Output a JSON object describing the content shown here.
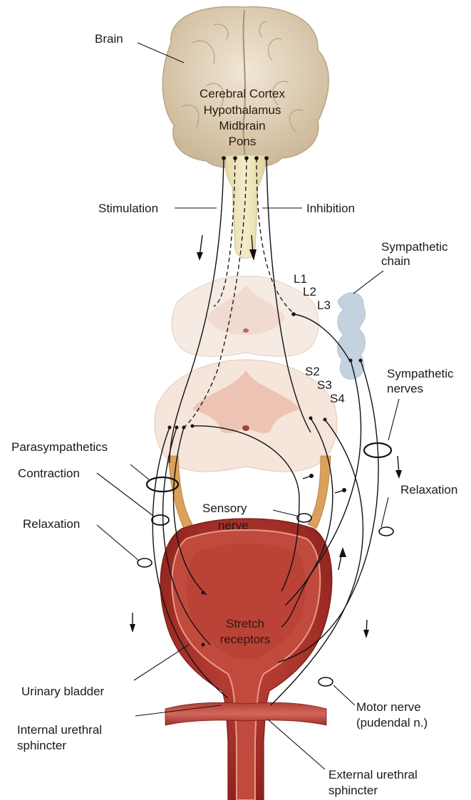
{
  "labels": {
    "brain": "Brain",
    "cerebral_cortex": "Cerebral Cortex",
    "hypothalamus": "Hypothalamus",
    "midbrain": "Midbrain",
    "pons": "Pons",
    "stimulation": "Stimulation",
    "inhibition": "Inhibition",
    "sympathetic_chain_1": "Sympathetic",
    "sympathetic_chain_2": "chain",
    "l1": "L1",
    "l2": "L2",
    "l3": "L3",
    "s2": "S2",
    "s3": "S3",
    "s4": "S4",
    "sympathetic_nerves_1": "Sympathetic",
    "sympathetic_nerves_2": "nerves",
    "parasympathetics": "Parasympathetics",
    "contraction": "Contraction",
    "relaxation_left": "Relaxation",
    "relaxation_right": "Relaxation",
    "sensory_nerve_1": "Sensory",
    "sensory_nerve_2": "nerve",
    "stretch_receptors_1": "Stretch",
    "stretch_receptors_2": "receptors",
    "urinary_bladder": "Urinary bladder",
    "internal_sphincter_1": "Internal urethral",
    "internal_sphincter_2": "sphincter",
    "motor_nerve_1": "Motor nerve",
    "motor_nerve_2": "(pudendal n.)",
    "external_sphincter_1": "External urethral",
    "external_sphincter_2": "sphincter"
  },
  "colors": {
    "brain": "#e8dcc8",
    "brain_shadow": "#c9b89c",
    "brainstem": "#efe6c4",
    "spinal_cord": "#f3e6dc",
    "grey_matter": "#e9c3b4",
    "sympathetic_chain": "#c5d3df",
    "bladder": "#b8322c",
    "bladder_dark": "#8e1f1c",
    "bladder_light": "#d86a5a",
    "ureter": "#d9a15c"
  }
}
